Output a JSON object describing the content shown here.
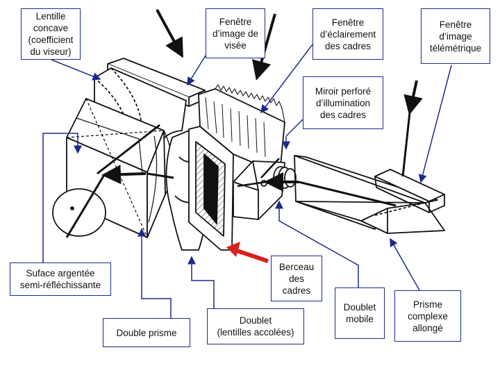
{
  "labels": {
    "lentille_concave": "Lentille\nconcave\n(coefficient\ndu viseur)",
    "fenetre_visee": "Fenêtre\nd’image de\nvisée",
    "fenetre_eclairement": "Fenêtre\nd’éclairement\ndes cadres",
    "fenetre_telemetrique": "Fenêtre\nd’image\ntélémétrique",
    "miroir_perfore": "Miroir perforé\nd’illumination\ndes cadres",
    "surface_argentee": "Suface argentée\nsemi-réfléchissante",
    "double_prisme": "Double  prisme",
    "doublet": "Doublet\n(lentilles accolées)",
    "berceau": "Berceau\ndes\ncadres",
    "doublet_mobile": "Doublet\nmobile",
    "prisme_complexe": "Prisme\ncomplexe\nallongé"
  },
  "colors": {
    "box_border": "#1b2a8c",
    "leader": "#1b2a8c",
    "red_arrow": "#d8201e",
    "ink": "#111111"
  }
}
